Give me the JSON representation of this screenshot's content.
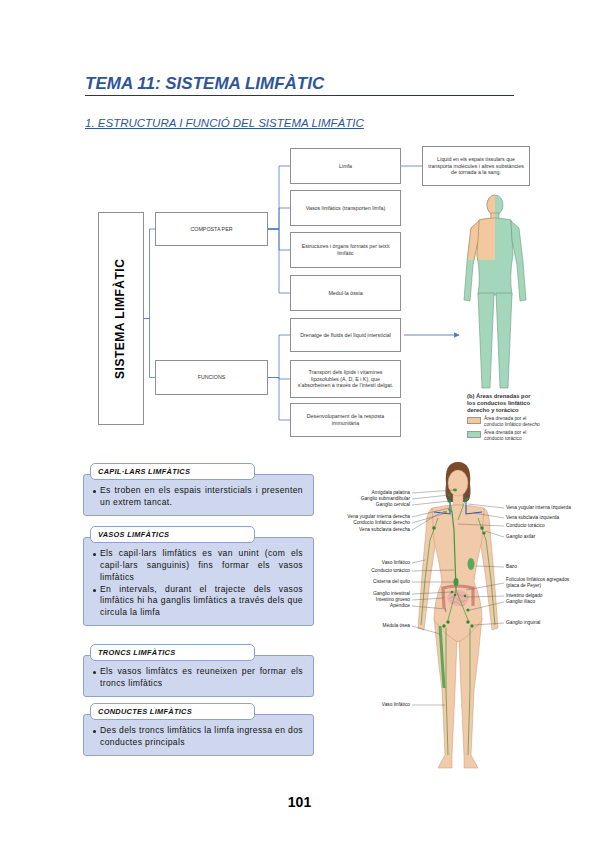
{
  "diagram": {
    "title": "TEMA 11: SISTEMA LIMFÀTIC",
    "nodes": [
      {
        "text": [
          "SISTEMA LIMFÀTIC"
        ]
      },
      {
        "text": [
          "COMPOSTA PER"
        ]
      },
      {
        "text": [
          "FUNCIONS"
        ]
      },
      {
        "text": [
          "Limfa"
        ]
      },
      {
        "text": [
          "Vasos limfàtics (transporten limfa)"
        ]
      },
      {
        "text": [
          "Estructures i òrgans formats per teixit limfàtic"
        ]
      },
      {
        "text": [
          "Medul·la òssia"
        ]
      },
      {
        "text": [
          "Líquid en els espais tissulars que transporta molècules i altres substàncies de tornada a la sang."
        ]
      },
      {
        "text": [
          "Drenatge de fluids del líquid intersticial"
        ]
      },
      {
        "text": [
          "Transport dels lípids i vitamines liposolubles (A, D, E i K), que s'absorbeixen a través de l'intestí delgat."
        ]
      },
      {
        "text": [
          "Desenvolupament de la resposta immunitària"
        ]
      },
      {
        "text": [
          "CAPIL·LARS LIMFÀTICS",
          "Es troben en els espais intersticials i presenten un extrem tancat."
        ]
      },
      {
        "text": [
          "VASOS LIMFÀTICS",
          "Els capil·lars limfàtics es van unint (com els capil·lars sanguinis) fins formar els vasos limfàtics",
          "En intervals, durant el trajecte dels vasos limfàtics hi ha ganglis limfàtics a través dels que circula la limfa"
        ]
      },
      {
        "text": [
          "TRONCS LIMFÀTICS",
          "Els vasos limfàtcs es reuneixen per formar els troncs limfàtics"
        ]
      },
      {
        "text": [
          "CONDUCTES LIMFÀTICS",
          "Des dels troncs limfàtics la limfa ingressa en dos conductes principals"
        ]
      }
    ],
    "edges": [
      {
        "from": 0,
        "to": 1,
        "arrow": "none"
      },
      {
        "from": 0,
        "to": 2,
        "arrow": "none"
      },
      {
        "from": 1,
        "to": 3,
        "arrow": "none"
      },
      {
        "from": 1,
        "to": 4,
        "arrow": "none"
      },
      {
        "from": 1,
        "to": 5,
        "arrow": "none"
      },
      {
        "from": 1,
        "to": 6,
        "arrow": "none"
      },
      {
        "from": 3,
        "to": 7,
        "arrow": "none"
      },
      {
        "from": 2,
        "to": 8,
        "arrow": "none"
      },
      {
        "from": 2,
        "to": 9,
        "arrow": "none"
      },
      {
        "from": 2,
        "to": 10,
        "arrow": "none"
      }
    ],
    "labels": [
      "1. ESTRUCTURA I FUNCIÓ DEL SISTEMA LIMFÀTIC",
      "(b) Áreas drenadas por los conductos linfático derecho y torácico",
      "Amígdala palatina",
      "Ganglio submandibular",
      "Ganglio cervical",
      "Vena yugular interna derecha",
      "Conducto linfático derecho",
      "Vena subclavia derecha",
      "Vaso linfático",
      "Conducto torácico",
      "Cisterna del quilo",
      "Ganglio intestinal",
      "Intestino grueso",
      "Apéndice",
      "Médula ósea",
      "Vaso linfático",
      "Vena yugular interna izquierda",
      "Vena subclavia izquierda",
      "Conducto torácico",
      "Ganglio axilar",
      "Bazo",
      "Folículos linfáticos agregados (placa de Peyer)",
      "Intestino delgado",
      "Ganglio ilíaco",
      "Ganglio inguinal",
      "101"
    ],
    "legend": [
      {
        "text": "Área drenada por el conducto linfático derecho",
        "color": "#f3c89e"
      },
      {
        "text": "Área drenada por el conducto torácico",
        "color": "#a3d6bb"
      }
    ]
  }
}
